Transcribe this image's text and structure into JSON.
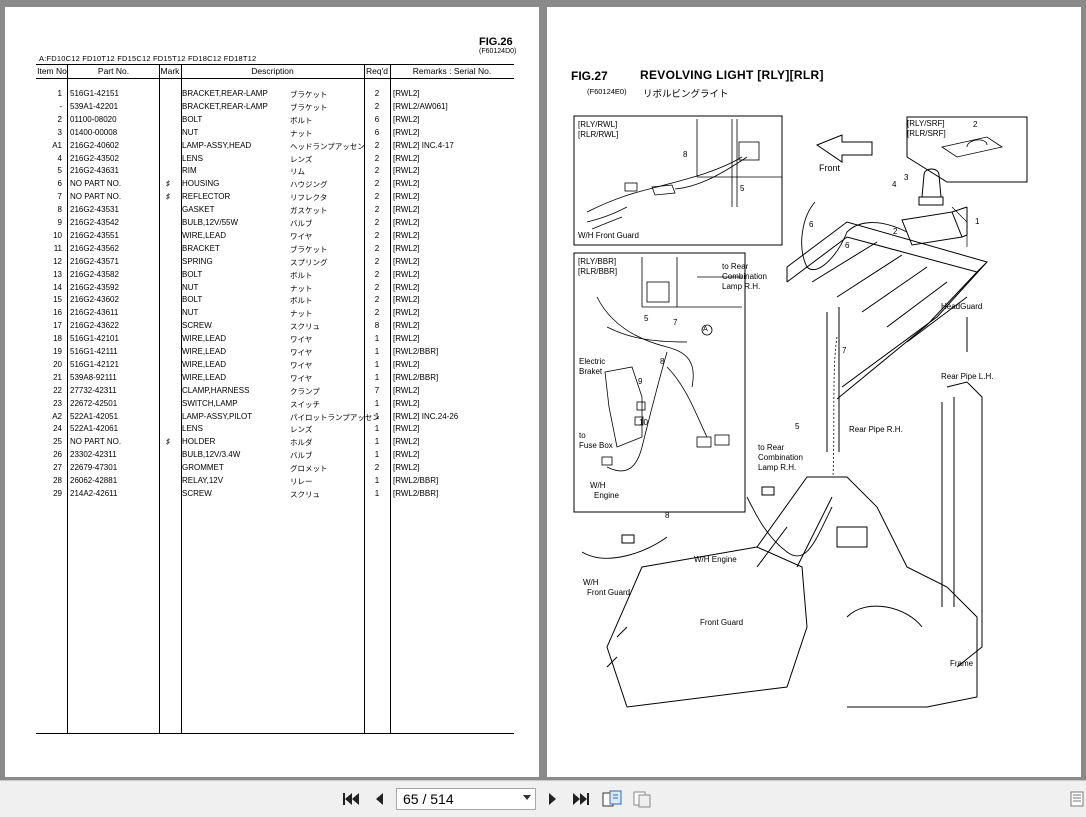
{
  "left_page": {
    "fig_title": "FIG.26",
    "fig_code": "(F60124D0)",
    "models": "A:FD10C12  FD10T12  FD15C12  FD15T12  FD18C12  FD18T12",
    "headers": {
      "item": "Item No",
      "part": "Part No.",
      "mark": "Mark",
      "desc": "Description",
      "req": "Req'd",
      "remarks": "Remarks : Serial No."
    },
    "rows": [
      {
        "item": "1",
        "part": "516G1-42151",
        "mark": "",
        "desc": "BRACKET,REAR-LAMP",
        "jp": "ブラケット",
        "req": "2",
        "rem": "[RWL2]"
      },
      {
        "item": "-",
        "part": "539A1-42201",
        "mark": "",
        "desc": "BRACKET,REAR-LAMP",
        "jp": "ブラケット",
        "req": "2",
        "rem": "[RWL2/AW061]"
      },
      {
        "item": "2",
        "part": "01100-08020",
        "mark": "",
        "desc": "BOLT",
        "jp": "ボルト",
        "req": "6",
        "rem": "[RWL2]"
      },
      {
        "item": "3",
        "part": "01400-00008",
        "mark": "",
        "desc": "NUT",
        "jp": "ナット",
        "req": "6",
        "rem": "[RWL2]"
      },
      {
        "item": "A1",
        "part": "216G2-40602",
        "mark": "",
        "desc": "LAMP-ASSY,HEAD",
        "jp": "ヘッドランプアッセン",
        "req": "2",
        "rem": "[RWL2] INC.4-17"
      },
      {
        "item": "4",
        "part": "216G2-43502",
        "mark": "",
        "desc": "LENS",
        "jp": "レンズ",
        "req": "2",
        "rem": "[RWL2]"
      },
      {
        "item": "5",
        "part": "216G2-43631",
        "mark": "",
        "desc": "RIM",
        "jp": "リム",
        "req": "2",
        "rem": "[RWL2]"
      },
      {
        "item": "6",
        "part": "NO PART NO.",
        "mark": "♯",
        "desc": "HOUSING",
        "jp": "ハウジング",
        "req": "2",
        "rem": "[RWL2]"
      },
      {
        "item": "7",
        "part": "NO PART NO.",
        "mark": "♯",
        "desc": "REFLECTOR",
        "jp": "リフレクタ",
        "req": "2",
        "rem": "[RWL2]"
      },
      {
        "item": "8",
        "part": "216G2-43531",
        "mark": "",
        "desc": "GASKET",
        "jp": "ガスケット",
        "req": "2",
        "rem": "[RWL2]"
      },
      {
        "item": "9",
        "part": "216G2-43542",
        "mark": "",
        "desc": "BULB,12V/55W",
        "jp": "バルブ",
        "req": "2",
        "rem": "[RWL2]"
      },
      {
        "item": "10",
        "part": "216G2-43551",
        "mark": "",
        "desc": "WIRE,LEAD",
        "jp": "ワイヤ",
        "req": "2",
        "rem": "[RWL2]"
      },
      {
        "item": "11",
        "part": "216G2-43562",
        "mark": "",
        "desc": "BRACKET",
        "jp": "ブラケット",
        "req": "2",
        "rem": "[RWL2]"
      },
      {
        "item": "12",
        "part": "216G2-43571",
        "mark": "",
        "desc": "SPRING",
        "jp": "スプリング",
        "req": "2",
        "rem": "[RWL2]"
      },
      {
        "item": "13",
        "part": "216G2-43582",
        "mark": "",
        "desc": "BOLT",
        "jp": "ボルト",
        "req": "2",
        "rem": "[RWL2]"
      },
      {
        "item": "14",
        "part": "216G2-43592",
        "mark": "",
        "desc": "NUT",
        "jp": "ナット",
        "req": "2",
        "rem": "[RWL2]"
      },
      {
        "item": "15",
        "part": "216G2-43602",
        "mark": "",
        "desc": "BOLT",
        "jp": "ボルト",
        "req": "2",
        "rem": "[RWL2]"
      },
      {
        "item": "16",
        "part": "216G2-43611",
        "mark": "",
        "desc": "NUT",
        "jp": "ナット",
        "req": "2",
        "rem": "[RWL2]"
      },
      {
        "item": "17",
        "part": "216G2-43622",
        "mark": "",
        "desc": "SCREW",
        "jp": "スクリュ",
        "req": "8",
        "rem": "[RWL2]"
      },
      {
        "item": "18",
        "part": "516G1-42101",
        "mark": "",
        "desc": "WIRE,LEAD",
        "jp": "ワイヤ",
        "req": "1",
        "rem": "[RWL2]"
      },
      {
        "item": "19",
        "part": "516G1-42111",
        "mark": "",
        "desc": "WIRE,LEAD",
        "jp": "ワイヤ",
        "req": "1",
        "rem": "[RWL2/BBR]"
      },
      {
        "item": "20",
        "part": "516G1-42121",
        "mark": "",
        "desc": "WIRE,LEAD",
        "jp": "ワイヤ",
        "req": "1",
        "rem": "[RWL2]"
      },
      {
        "item": "21",
        "part": "539A8-92111",
        "mark": "",
        "desc": "WIRE,LEAD",
        "jp": "ワイヤ",
        "req": "1",
        "rem": "[RWL2/BBR]"
      },
      {
        "item": "22",
        "part": "27732-42311",
        "mark": "",
        "desc": "CLAMP,HARNESS",
        "jp": "クランプ",
        "req": "7",
        "rem": "[RWL2]"
      },
      {
        "item": "23",
        "part": "22672-42501",
        "mark": "",
        "desc": "SWITCH,LAMP",
        "jp": "スイッチ",
        "req": "1",
        "rem": "[RWL2]"
      },
      {
        "item": "A2",
        "part": "522A1-42051",
        "mark": "",
        "desc": "LAMP-ASSY,PILOT",
        "jp": "パイロットランプアッセン",
        "req": "1",
        "rem": "[RWL2] INC.24-26"
      },
      {
        "item": "24",
        "part": "522A1-42061",
        "mark": "",
        "desc": "LENS",
        "jp": "レンズ",
        "req": "1",
        "rem": "[RWL2]"
      },
      {
        "item": "25",
        "part": "NO PART NO.",
        "mark": "♯",
        "desc": "HOLDER",
        "jp": "ホルダ",
        "req": "1",
        "rem": "[RWL2]"
      },
      {
        "item": "26",
        "part": "23302-42311",
        "mark": "",
        "desc": "BULB,12V/3.4W",
        "jp": "バルブ",
        "req": "1",
        "rem": "[RWL2]"
      },
      {
        "item": "27",
        "part": "22679-47301",
        "mark": "",
        "desc": "GROMMET",
        "jp": "グロメット",
        "req": "2",
        "rem": "[RWL2]"
      },
      {
        "item": "28",
        "part": "26062-42881",
        "mark": "",
        "desc": "RELAY,12V",
        "jp": "リレー",
        "req": "1",
        "rem": "[RWL2/BBR]"
      },
      {
        "item": "29",
        "part": "214A2-42611",
        "mark": "",
        "desc": "SCREW",
        "jp": "スクリュ",
        "req": "1",
        "rem": "[RWL2/BBR]"
      }
    ]
  },
  "right_page": {
    "fig_title": "FIG.27",
    "fig_name": "REVOLVING LIGHT [RLY][RLR]",
    "fig_code": "(F60124E0)",
    "fig_jp": "リボルビングライト",
    "labels": {
      "inset1_a": "[RLY/RWL]",
      "inset1_b": "[RLR/RWL]",
      "inset1_guard": "W/H Front Guard",
      "inset2_a": "[RLY/BBR]",
      "inset2_b": "[RLR/BBR]",
      "to_rear1": "to Rear",
      "to_rear2": "Combination",
      "to_rear3": "Lamp R.H.",
      "electric1": "Electric",
      "electric2": "Braket",
      "fuse1": "to",
      "fuse2": "Fuse Box",
      "wh_engine1": "W/H",
      "wh_engine2": "Engine",
      "front": "Front",
      "srf_a": "[RLY/SRF]",
      "srf_b": "[RLR/SRF]",
      "headguard": "HeadGuard",
      "rear_pipe_lh": "Rear Pipe L.H.",
      "rear_pipe_rh": "Rear Pipe R.H.",
      "to_rear_b1": "to Rear",
      "to_rear_b2": "Combination",
      "to_rear_b3": "Lamp R.H.",
      "wh_engine_main": "W/H Engine",
      "wh_front1": "W/H",
      "wh_front2": "Front Guard",
      "front_guard": "Front Guard",
      "frame": "Frame",
      "circle_a": "A"
    },
    "callouts": {
      "n1": "1",
      "n2": "2",
      "n2b": "2",
      "n3": "3",
      "n4": "4",
      "n5": "5",
      "n5b": "5",
      "n5c": "5",
      "n6": "6",
      "n6b": "6",
      "n7": "7",
      "n7b": "7",
      "n8": "8",
      "n8b": "8",
      "n8c": "8",
      "n9": "9",
      "n10": "10"
    }
  },
  "toolbar": {
    "page_indicator": "65 / 514",
    "icons": [
      "first-page-icon",
      "prev-page-icon",
      "next-page-icon",
      "last-page-icon",
      "fit-page-icon",
      "rotate-icon",
      "sidebar-icon"
    ]
  }
}
